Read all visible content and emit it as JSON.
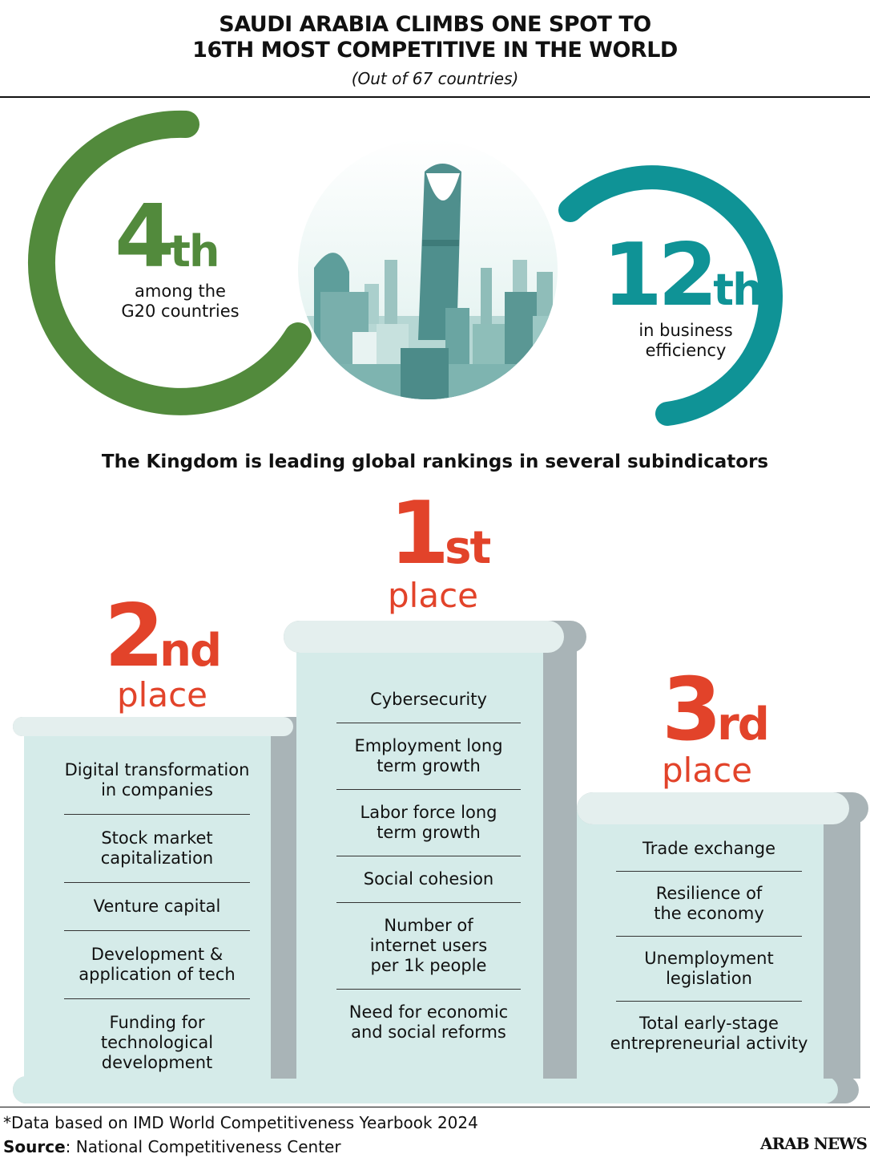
{
  "header": {
    "title_line1": "SAUDI ARABIA CLIMBS ONE SPOT TO",
    "title_line2": "16TH MOST COMPETITIVE IN THE WORLD",
    "subtitle": "(Out of 67 countries)"
  },
  "rankings": {
    "g20": {
      "num": "4",
      "suffix": "th",
      "caption_line1": "among the",
      "caption_line2": "G20 countries"
    },
    "business": {
      "num": "12",
      "suffix": "th",
      "caption_line1": "in business",
      "caption_line2": "efficiency"
    }
  },
  "leading_text": "The Kingdom is leading global rankings in several subindicators",
  "podium": {
    "first": {
      "num": "1",
      "suffix": "st",
      "word": "place",
      "items": [
        [
          "Cybersecurity"
        ],
        [
          "Employment long",
          "term growth"
        ],
        [
          "Labor force long",
          "term growth"
        ],
        [
          "Social cohesion"
        ],
        [
          "Number of",
          "internet users",
          "per 1k people"
        ],
        [
          "Need for economic",
          "and social reforms"
        ]
      ]
    },
    "second": {
      "num": "2",
      "suffix": "nd",
      "word": "place",
      "items": [
        [
          "Digital transformation",
          "in companies"
        ],
        [
          "Stock market",
          "capitalization"
        ],
        [
          "Venture capital"
        ],
        [
          "Development &",
          "application of tech"
        ],
        [
          "Funding for",
          "technological",
          "development"
        ]
      ]
    },
    "third": {
      "num": "3",
      "suffix": "rd",
      "word": "place",
      "items": [
        [
          "Trade exchange"
        ],
        [
          "Resilience of",
          "the economy"
        ],
        [
          "Unemployment",
          "legislation"
        ],
        [
          "Total early-stage",
          "entrepreneurial activity"
        ]
      ]
    }
  },
  "footer": {
    "note": "*Data based on IMD World Competitiveness Yearbook 2024",
    "source_label": "Source",
    "source_text": ": National Competitiveness Center",
    "brand": "ARAB NEWS"
  },
  "colors": {
    "green": "#528a3c",
    "teal": "#0f9396",
    "red": "#e2432a",
    "podium_light": "#d5ebe9",
    "podium_top": "#e4efee",
    "podium_shadow": "#a9b4b7"
  }
}
